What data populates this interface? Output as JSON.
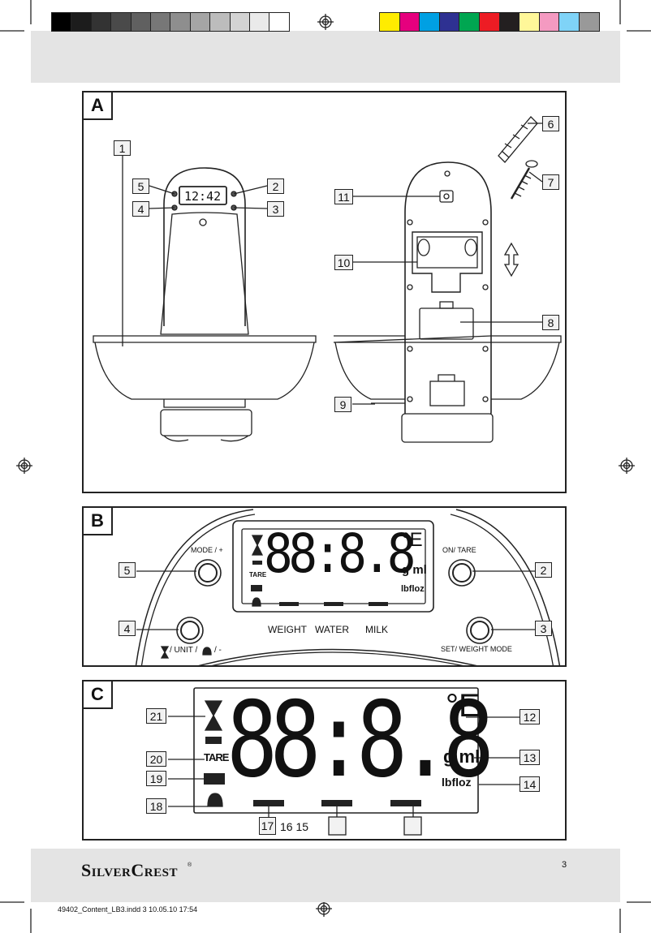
{
  "print_marks": {
    "gray_scale": [
      "#000000",
      "#1c1c1c",
      "#333333",
      "#4a4a4a",
      "#606060",
      "#777777",
      "#8e8e8e",
      "#a5a5a5",
      "#bcbcbc",
      "#d3d3d3",
      "#eaeaea",
      "#ffffff"
    ],
    "color_bar": [
      "#ffec00",
      "#e6007e",
      "#00a0e3",
      "#2e3192",
      "#00a651",
      "#ed1c24",
      "#231f20",
      "#fff799",
      "#f49ac1",
      "#7fd3f7",
      "#999999"
    ],
    "registration_icon": "registration-target-icon"
  },
  "panel_a": {
    "label": "A",
    "clock_display": "12:42",
    "callouts": {
      "c1": "1",
      "c2": "2",
      "c3": "3",
      "c4": "4",
      "c5": "5",
      "c6": "6",
      "c7": "7",
      "c8": "8",
      "c9": "9",
      "c10": "10",
      "c11": "11"
    }
  },
  "panel_b": {
    "label": "B",
    "mode_label": "MODE / +",
    "on_tare_label": "ON/ TARE",
    "set_weight_mode_label": "SET/ WEIGHT MODE",
    "unit_label": "/ UNIT /",
    "unit_label_end": "/ -",
    "mode_labels": [
      "WEIGHT",
      "WATER",
      "MILK"
    ],
    "lcd": {
      "digits": "88:8.8",
      "tare": "TARE",
      "unit_gml": "g ml",
      "unit_lbfloz": "lbfloz"
    },
    "callouts": {
      "c2": "2",
      "c3": "3",
      "c4": "4",
      "c5": "5"
    }
  },
  "panel_c": {
    "label": "C",
    "lcd": {
      "digits": "88:8.8",
      "tare": "TARE",
      "unit_gml": "g ml",
      "unit_lbfloz": "lbfloz"
    },
    "callouts": {
      "c12": "12",
      "c13": "13",
      "c14": "14",
      "c17": "17",
      "c18": "18",
      "c19": "19",
      "c20": "20",
      "c21": "21"
    },
    "bottom_labels": "16 15"
  },
  "footer": {
    "brand": "SilverCrest",
    "brand_mark": "®",
    "page_number": "3",
    "slug": "49402_Content_LB3.indd   3 10.05.10   17:54"
  }
}
